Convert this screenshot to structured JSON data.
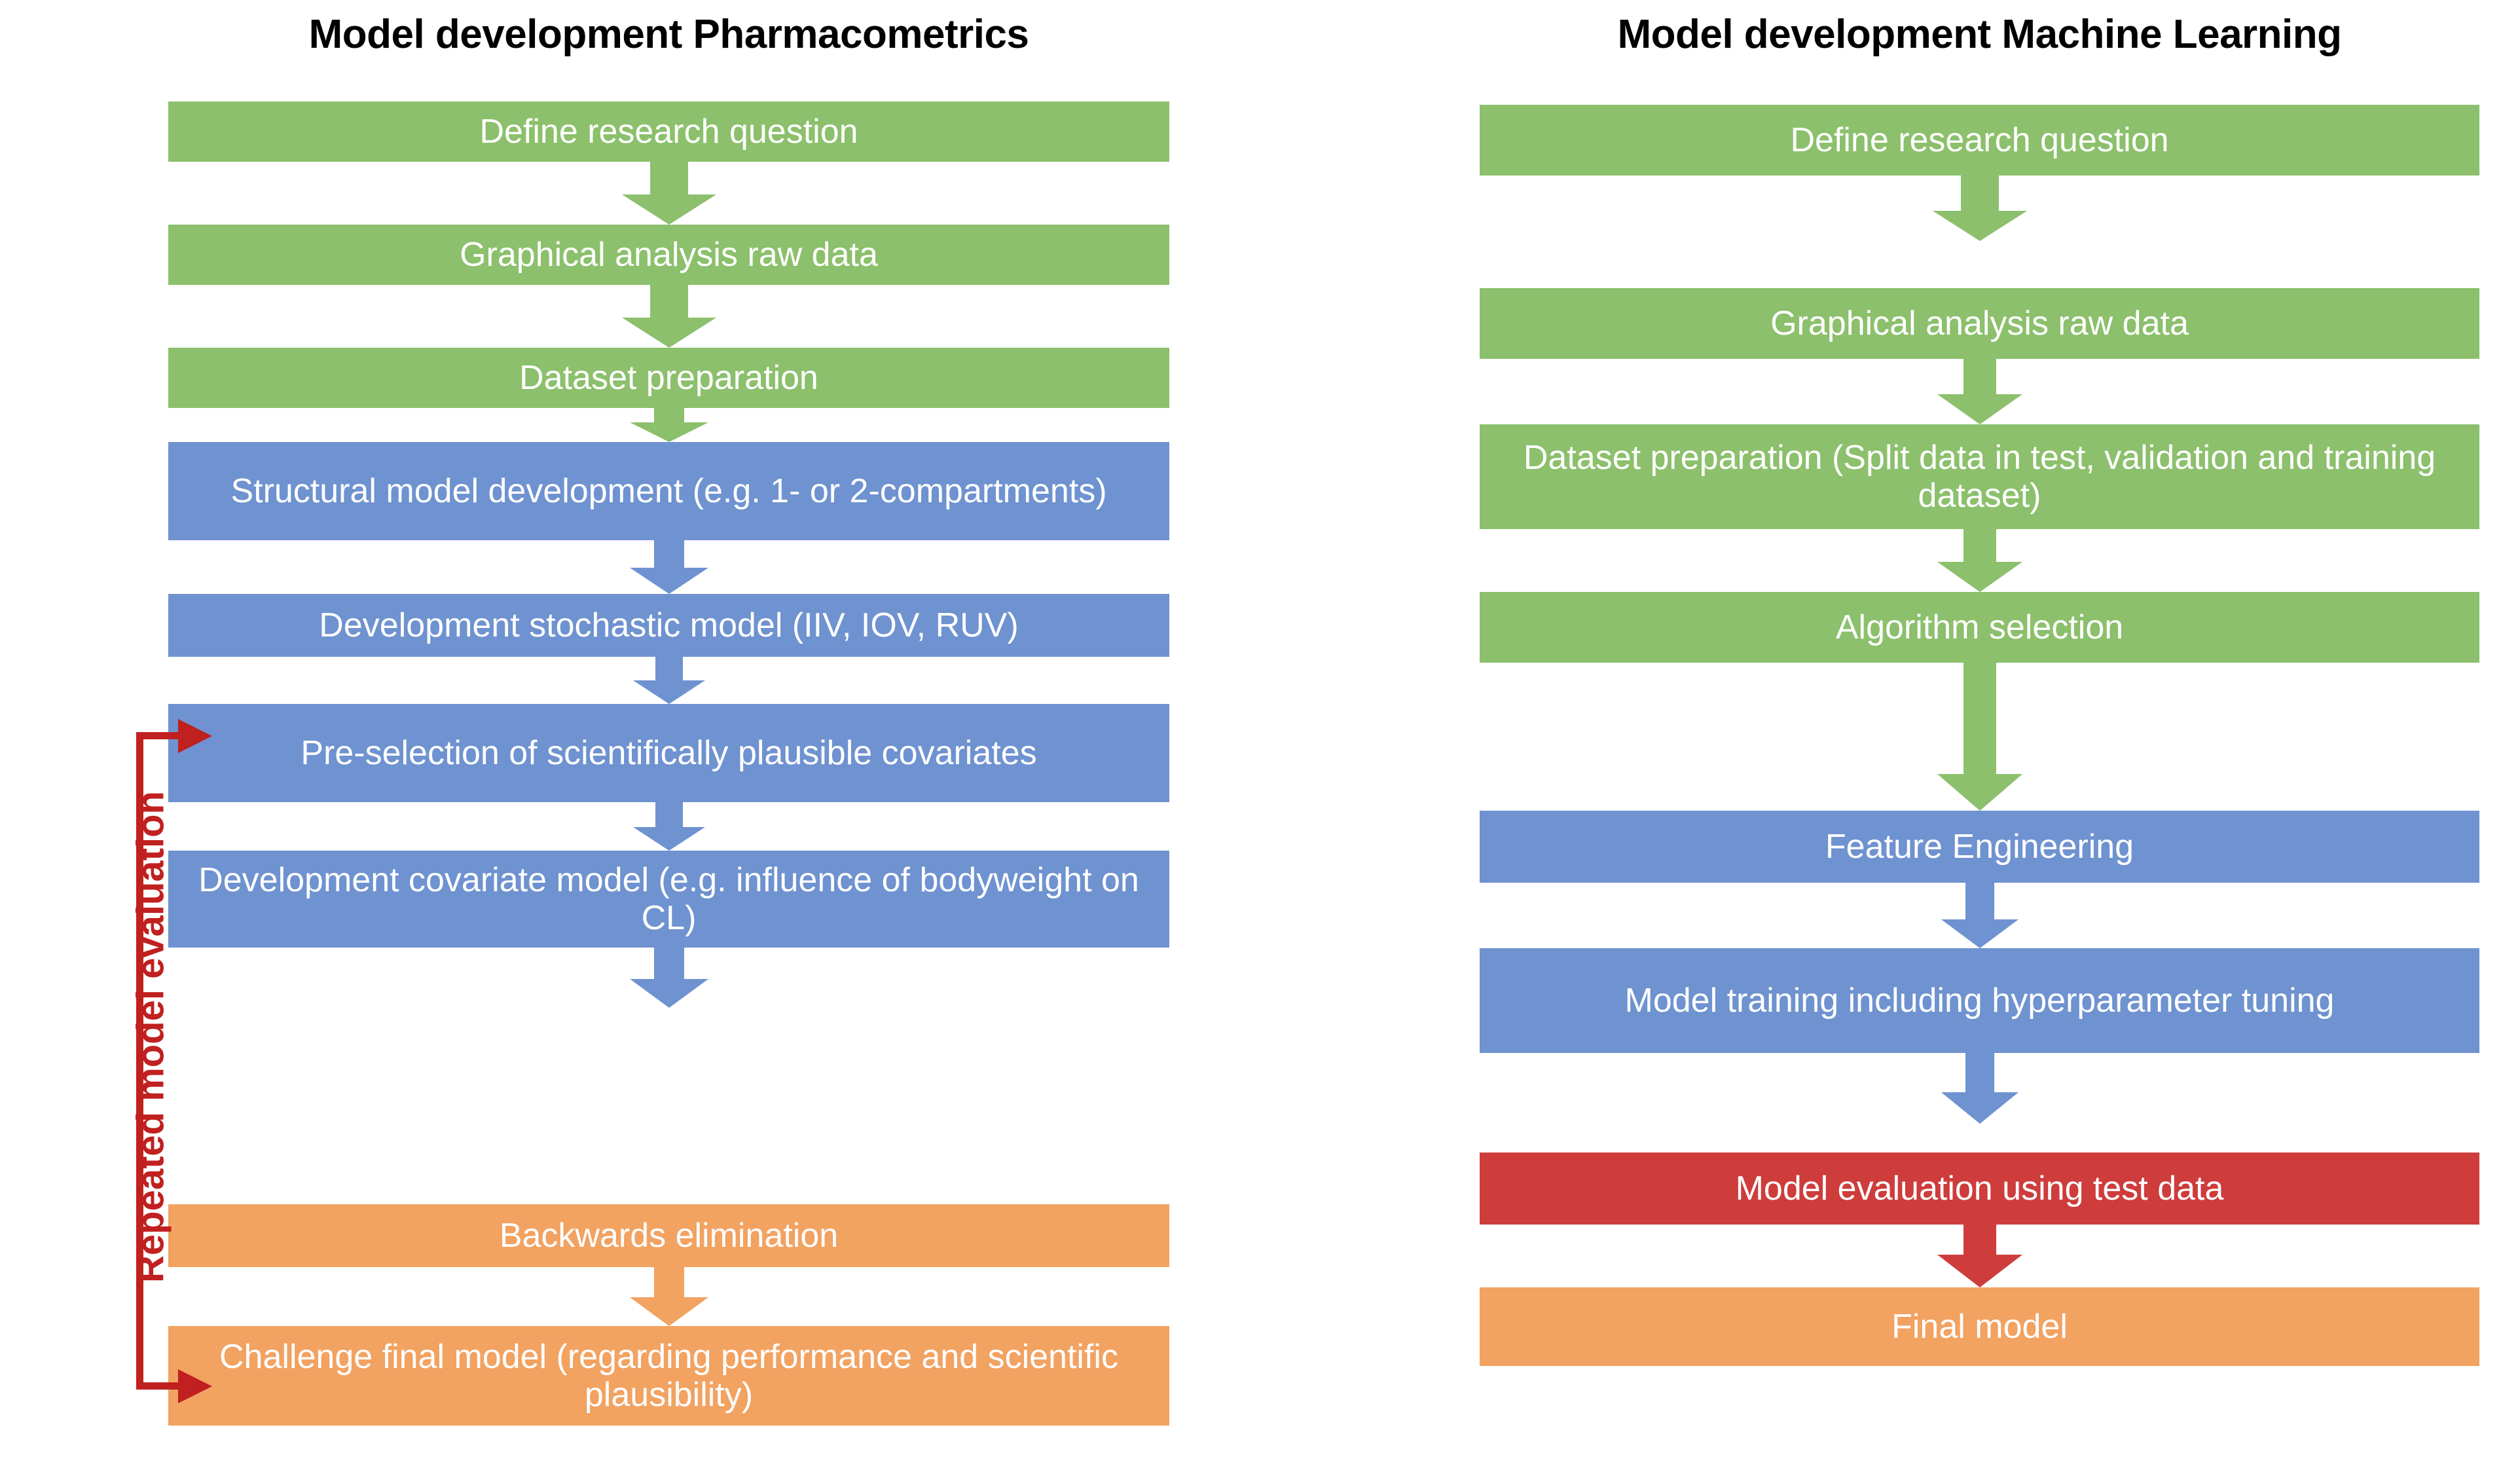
{
  "figure": {
    "type": "flowchart",
    "orientation": "two-column-comparison",
    "background": "#FFFFFF"
  },
  "palette": {
    "green": "#8CC06C",
    "blue": "#6F92D0",
    "orange": "#F2A261",
    "red": "#CE3C3C",
    "annotation_red": "#C0201F",
    "node_text": "#FFFFFF",
    "title_text": "#000000"
  },
  "left_column": {
    "title": "Model development Pharmacometrics",
    "nodes": [
      {
        "label": "Define research question",
        "color": "green"
      },
      {
        "label": "Graphical analysis raw data",
        "color": "green"
      },
      {
        "label": "Dataset preparation",
        "color": "green"
      },
      {
        "label": "Structural model development (e.g. 1- or 2-compartments)",
        "color": "blue"
      },
      {
        "label": "Development stochastic model (IIV, IOV, RUV)",
        "color": "blue"
      },
      {
        "label": "Pre-selection of scientifically plausible covariates",
        "color": "blue"
      },
      {
        "label": "Development covariate model (e.g. influence of bodyweight on CL)",
        "color": "blue"
      },
      {
        "label": "Backwards elimination",
        "color": "orange"
      },
      {
        "label": "Challenge final model (regarding performance and scientific plausibility)",
        "color": "orange"
      }
    ]
  },
  "right_column": {
    "title": "Model development Machine Learning",
    "nodes": [
      {
        "label": "Define research question",
        "color": "green"
      },
      {
        "label": "Graphical analysis raw data",
        "color": "green"
      },
      {
        "label": "Dataset preparation (Split data in test, validation and training dataset)",
        "color": "green"
      },
      {
        "label": "Algorithm selection",
        "color": "green"
      },
      {
        "label": "Feature Engineering",
        "color": "blue"
      },
      {
        "label": "Model training including hyperparameter tuning",
        "color": "blue"
      },
      {
        "label": "Model evaluation using test data",
        "color": "red"
      },
      {
        "label": "Final model",
        "color": "orange"
      }
    ]
  },
  "annotation": {
    "feedback_label": "Repeated model evaluation",
    "color": "#C0201F",
    "from_node": "Challenge final model (regarding performance and scientific plausibility)",
    "to_node": "Development stochastic model (IIV, IOV, RUV)"
  }
}
